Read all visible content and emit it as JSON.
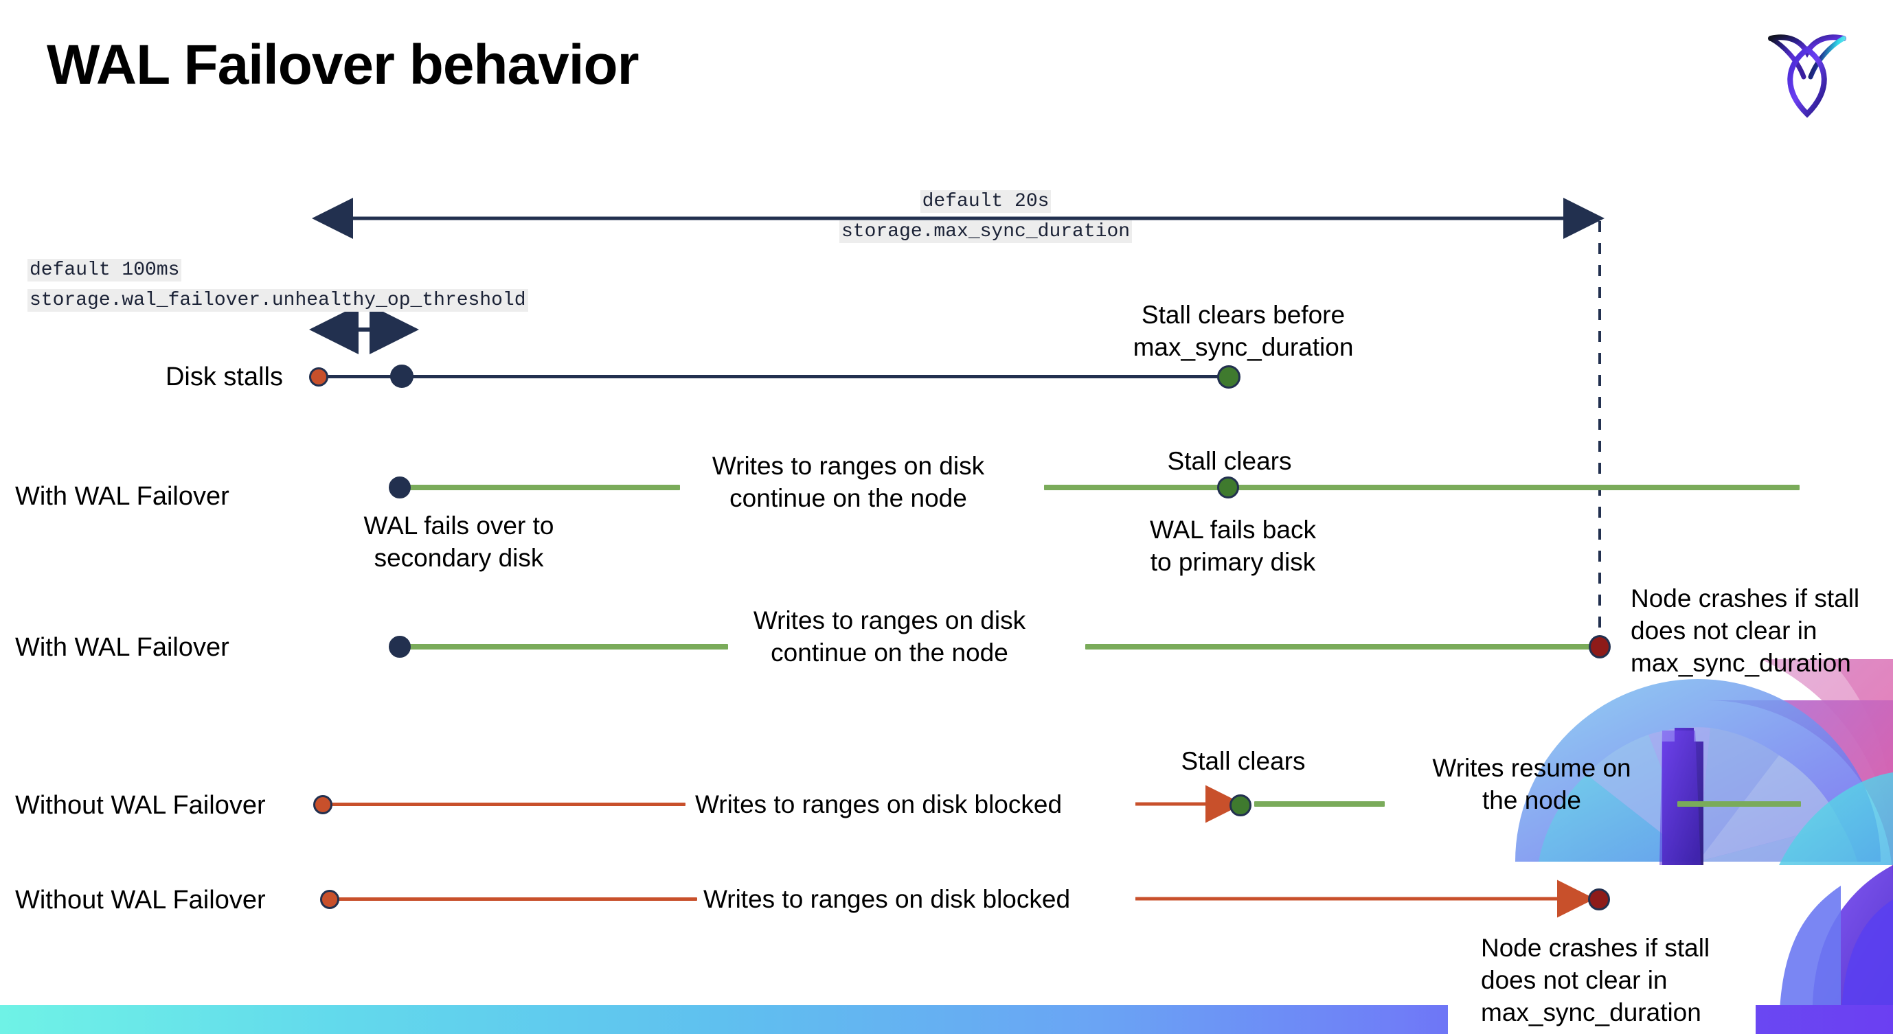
{
  "slide": {
    "title": "WAL Failover behavior",
    "logo_name": "cockroachdb-logo"
  },
  "annotations": {
    "max_sync_duration": {
      "default_label": "default 20s",
      "setting_name": "storage.max_sync_duration"
    },
    "unhealthy_op_threshold": {
      "default_label": "default 100ms",
      "setting_name": "storage.wal_failover.unhealthy_op_threshold"
    }
  },
  "rows": [
    {
      "id": "disk-stalls",
      "label": "Disk stalls",
      "notes": [
        {
          "id": "stall-clears-before",
          "text": "Stall clears before\nmax_sync_duration"
        }
      ]
    },
    {
      "id": "with-wal-failover-recovers",
      "label": "With WAL Failover",
      "notes": [
        {
          "id": "wal-fails-over",
          "text": "WAL fails over to\nsecondary disk"
        },
        {
          "id": "writes-continue",
          "text": "Writes to ranges on disk\ncontinue on the node"
        },
        {
          "id": "stall-clears",
          "text": "Stall clears"
        },
        {
          "id": "wal-fails-back",
          "text": "WAL fails  back\nto primary disk"
        }
      ]
    },
    {
      "id": "with-wal-failover-crash",
      "label": "With WAL Failover",
      "notes": [
        {
          "id": "writes-continue-2",
          "text": "Writes to ranges on disk\ncontinue on the node"
        },
        {
          "id": "node-crashes-1",
          "text": "Node crashes if stall\ndoes not clear in\nmax_sync_duration"
        }
      ]
    },
    {
      "id": "without-wal-failover-recovers",
      "label": "Without WAL Failover",
      "notes": [
        {
          "id": "writes-blocked-1",
          "text": "Writes to ranges on disk  blocked"
        },
        {
          "id": "stall-clears-2",
          "text": "Stall clears"
        },
        {
          "id": "writes-resume",
          "text": "Writes resume on\nthe node"
        }
      ]
    },
    {
      "id": "without-wal-failover-crash",
      "label": "Without WAL Failover",
      "notes": [
        {
          "id": "writes-blocked-2",
          "text": "Writes to ranges on disk  blocked"
        },
        {
          "id": "node-crashes-2",
          "text": "Node crashes if stall\ndoes not clear in\nmax_sync_duration"
        }
      ]
    }
  ],
  "colors": {
    "navy": "#22304f",
    "orange": "#c8502b",
    "green_line": "#7aab5a",
    "green_dot": "#3f7a2e",
    "dark_red": "#8e1b19",
    "code_bg": "#ededed"
  }
}
